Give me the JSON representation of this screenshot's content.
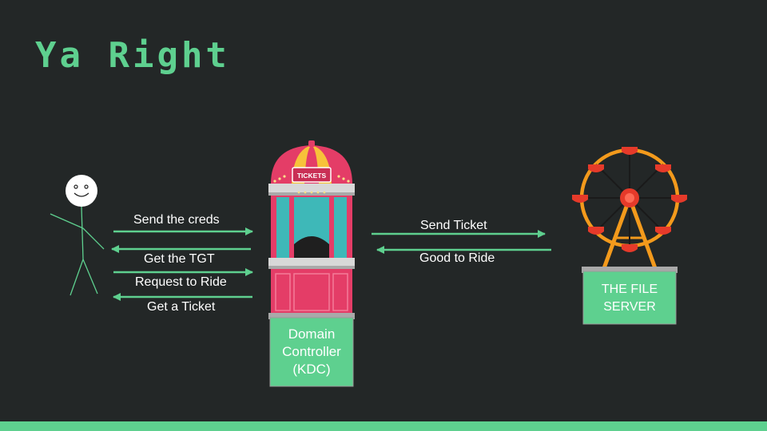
{
  "slide": {
    "title": "Ya Right",
    "accent_color": "#5ed08f",
    "background_color": "#232727"
  },
  "kdc": {
    "sign": "TICKETS",
    "label_lines": [
      "Domain",
      "Controller",
      "(KDC)"
    ]
  },
  "file_server": {
    "label_lines": [
      "THE FILE",
      "SERVER"
    ]
  },
  "arrows": {
    "send_creds": "Send the creds",
    "get_tgt": "Get the TGT",
    "request_ride": "Request to Ride",
    "get_ticket": "Get a Ticket",
    "send_ticket": "Send Ticket",
    "good_to_ride": "Good to Ride"
  },
  "icons": [
    "stick-figure-user",
    "ticket-booth-icon",
    "ferris-wheel-icon"
  ]
}
